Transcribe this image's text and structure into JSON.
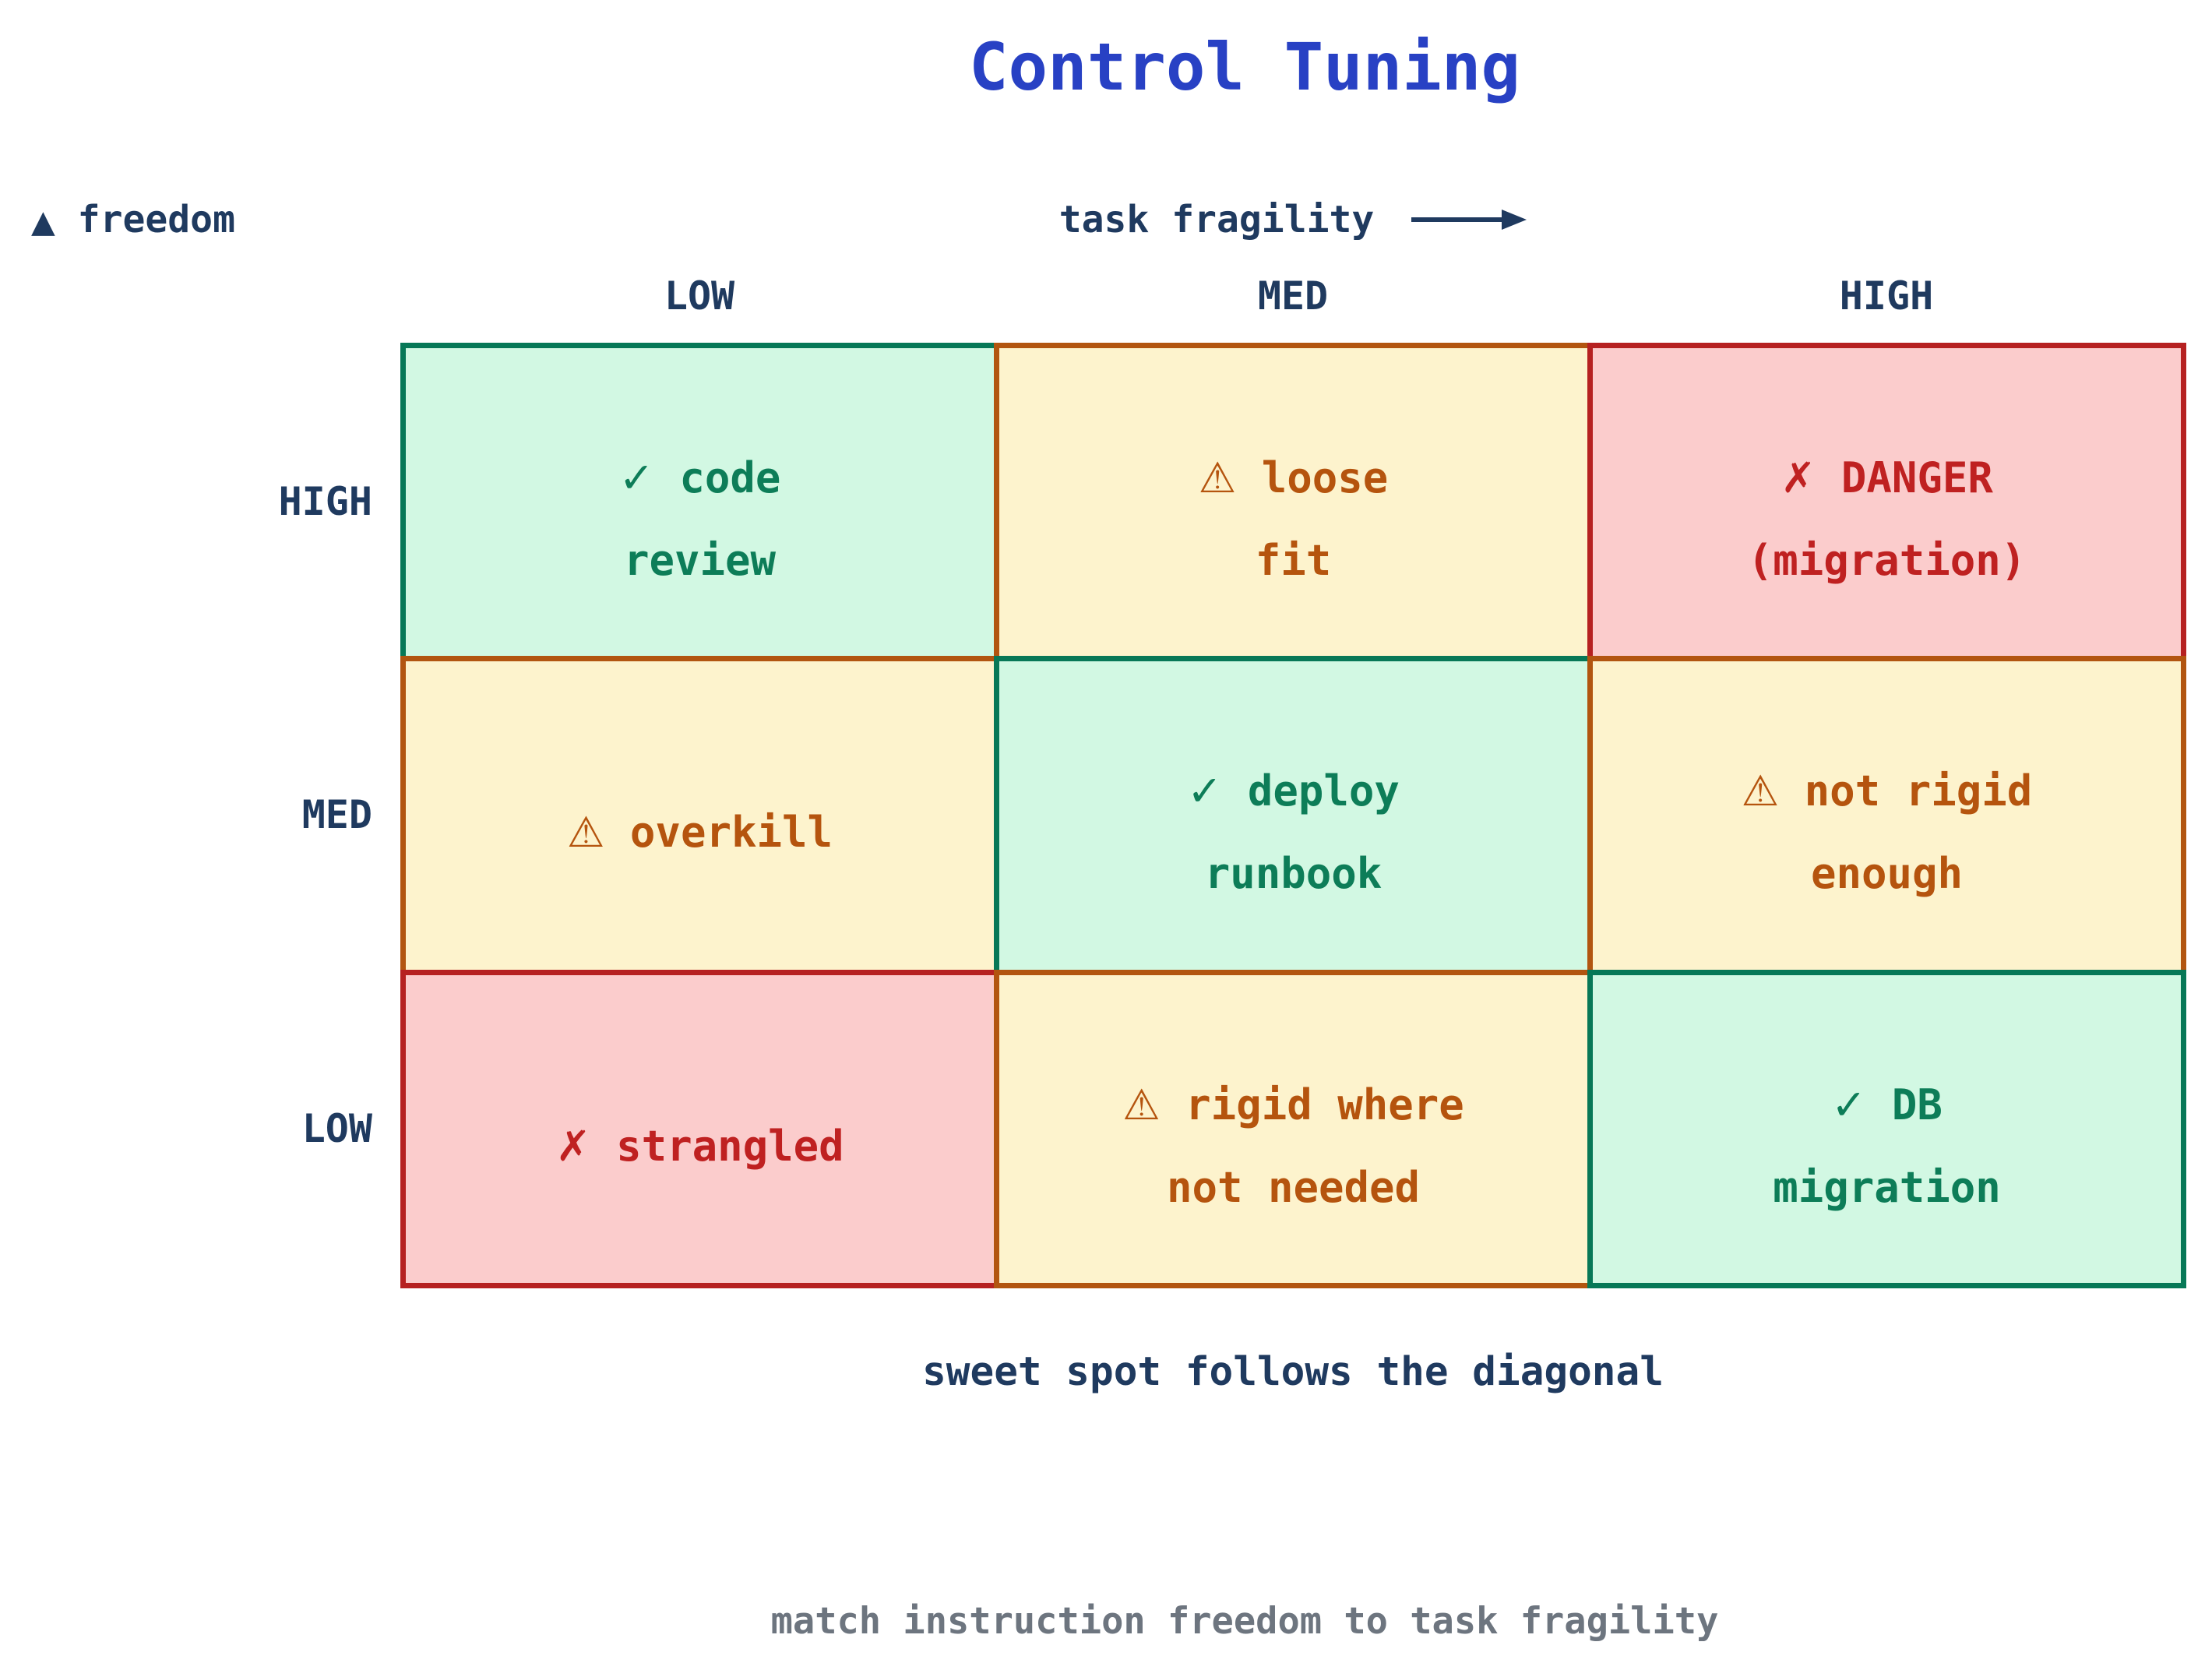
{
  "title": "Control Tuning",
  "y_axis": {
    "marker": "▲",
    "label": "freedom"
  },
  "x_axis": {
    "label": "task fragility",
    "arrow_icon": "right-arrow"
  },
  "col_headers": [
    "LOW",
    "MED",
    "HIGH"
  ],
  "row_headers": [
    "HIGH",
    "MED",
    "LOW"
  ],
  "cells": [
    {
      "row": "HIGH",
      "col": "LOW",
      "icon": "✓",
      "label": "code\nreview",
      "status": "good"
    },
    {
      "row": "HIGH",
      "col": "MED",
      "icon": "⚠",
      "label": "loose\nfit",
      "status": "warn"
    },
    {
      "row": "HIGH",
      "col": "HIGH",
      "icon": "✗",
      "label": "DANGER\n(migration)",
      "status": "danger"
    },
    {
      "row": "MED",
      "col": "LOW",
      "icon": "⚠",
      "label": "overkill",
      "status": "warn"
    },
    {
      "row": "MED",
      "col": "MED",
      "icon": "✓",
      "label": "deploy\nrunbook",
      "status": "good"
    },
    {
      "row": "MED",
      "col": "HIGH",
      "icon": "⚠",
      "label": "not rigid\nenough",
      "status": "warn"
    },
    {
      "row": "LOW",
      "col": "LOW",
      "icon": "✗",
      "label": "strangled",
      "status": "danger"
    },
    {
      "row": "LOW",
      "col": "MED",
      "icon": "⚠",
      "label": "rigid where\nnot needed",
      "status": "warn"
    },
    {
      "row": "LOW",
      "col": "HIGH",
      "icon": "✓",
      "label": "DB\nmigration",
      "status": "good"
    }
  ],
  "notes": {
    "diagonal": "sweet spot follows the diagonal",
    "caption": "match instruction freedom to task fragility"
  },
  "colors": {
    "title_blue": "#2841c4",
    "navy": "#1f3a5f",
    "caption_gray": "#6d757f",
    "good_bg": "#d2f8e3",
    "good_border": "#077857",
    "good_text": "#0d7d58",
    "warn_bg": "#fdf3cd",
    "warn_border": "#b25510",
    "warn_text": "#b5540e",
    "danger_bg": "#fbcccc",
    "danger_border": "#b62121",
    "danger_text": "#bf2121"
  }
}
